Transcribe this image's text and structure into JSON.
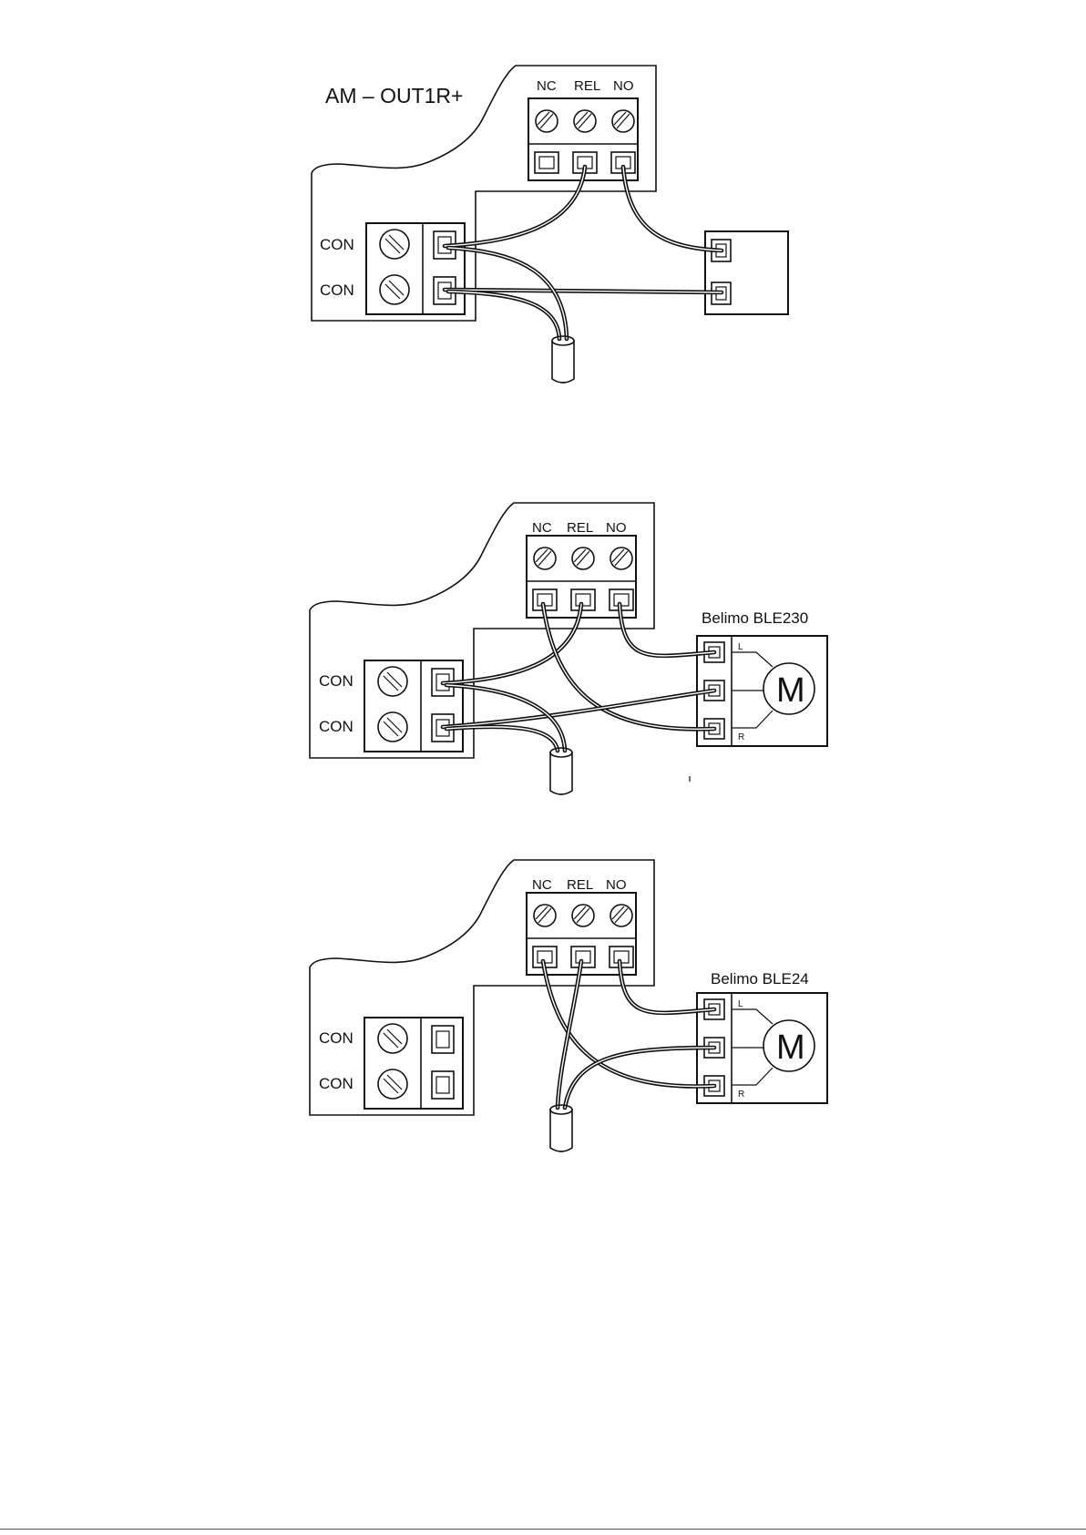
{
  "diagrams": [
    {
      "title": "AM – OUT1R+",
      "relay_terminals": [
        "NC",
        "REL",
        "NO"
      ],
      "con_terminals": [
        "CON",
        "CON"
      ],
      "actuator": {
        "name": "",
        "motor": "",
        "l": "",
        "r": ""
      }
    },
    {
      "title": "",
      "relay_terminals": [
        "NC",
        "REL",
        "NO"
      ],
      "con_terminals": [
        "CON",
        "CON"
      ],
      "actuator": {
        "name": "Belimo BLE230",
        "motor": "M",
        "l": "L",
        "r": "R"
      }
    },
    {
      "title": "",
      "relay_terminals": [
        "NC",
        "REL",
        "NO"
      ],
      "con_terminals": [
        "CON",
        "CON"
      ],
      "actuator": {
        "name": "Belimo BLE24",
        "motor": "M",
        "l": "L",
        "r": "R"
      }
    }
  ],
  "colors": {
    "line": "#111111",
    "background": "#ffffff"
  }
}
